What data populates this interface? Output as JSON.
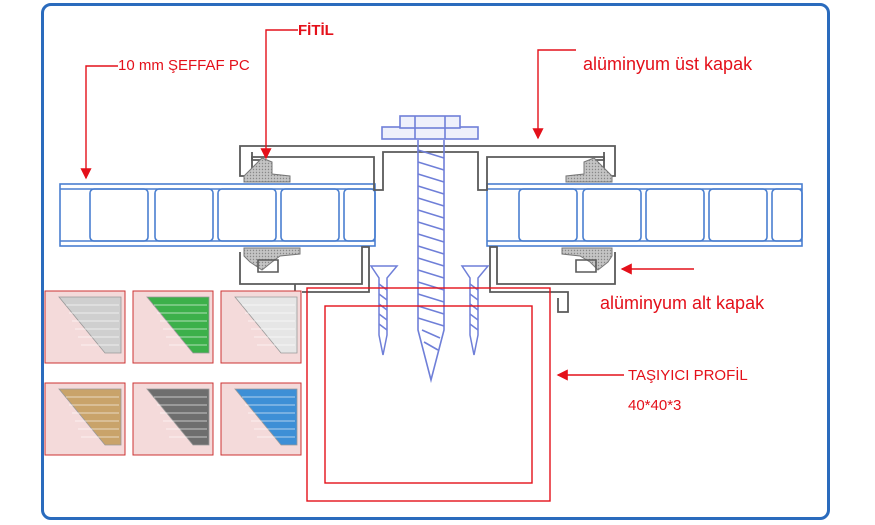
{
  "labels": {
    "polycarbonate": "10 mm ŞEFFAF PC",
    "gasket": "FİTİL",
    "top_cap": "alüminyum üst kapak",
    "bottom_cap": "alüminyum alt kapak",
    "carrier_profile": "TAŞIYICI PROFİL",
    "carrier_size": "40*40*3"
  },
  "colors": {
    "frame_border": "#2a6bbd",
    "label_red": "#e4101a",
    "sheet_blue": "#4a7fd0",
    "screw_blue": "#6f7fd8",
    "profile_gray": "#5a5a5a"
  },
  "swatches": [
    {
      "name": "clear",
      "color": "#cfcfcf"
    },
    {
      "name": "green",
      "color": "#3cb04a"
    },
    {
      "name": "opal",
      "color": "#e6e6e6"
    },
    {
      "name": "bronze",
      "color": "#c9a36a"
    },
    {
      "name": "smoke",
      "color": "#6e6e6e"
    },
    {
      "name": "blue",
      "color": "#3d8fd6"
    }
  ]
}
